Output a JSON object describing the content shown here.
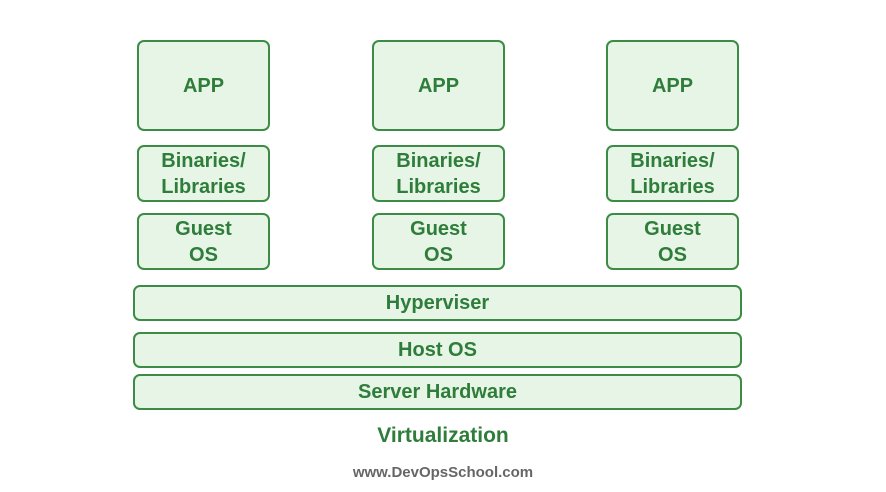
{
  "stacks": [
    {
      "app": "APP",
      "binaries_line1": "Binaries/",
      "binaries_line2": "Libraries",
      "guest_line1": "Guest",
      "guest_line2": "OS"
    },
    {
      "app": "APP",
      "binaries_line1": "Binaries/",
      "binaries_line2": "Libraries",
      "guest_line1": "Guest",
      "guest_line2": "OS"
    },
    {
      "app": "APP",
      "binaries_line1": "Binaries/",
      "binaries_line2": "Libraries",
      "guest_line1": "Guest",
      "guest_line2": "OS"
    }
  ],
  "layers": {
    "hypervisor": "Hyperviser",
    "host_os": "Host OS",
    "server_hardware": "Server Hardware"
  },
  "caption": "Virtualization",
  "footer": "www.DevOpsSchool.com",
  "colors": {
    "box_fill": "#e6f5e6",
    "box_border": "#3c8c45",
    "text": "#2f7d3a",
    "footer_text": "#666666"
  }
}
